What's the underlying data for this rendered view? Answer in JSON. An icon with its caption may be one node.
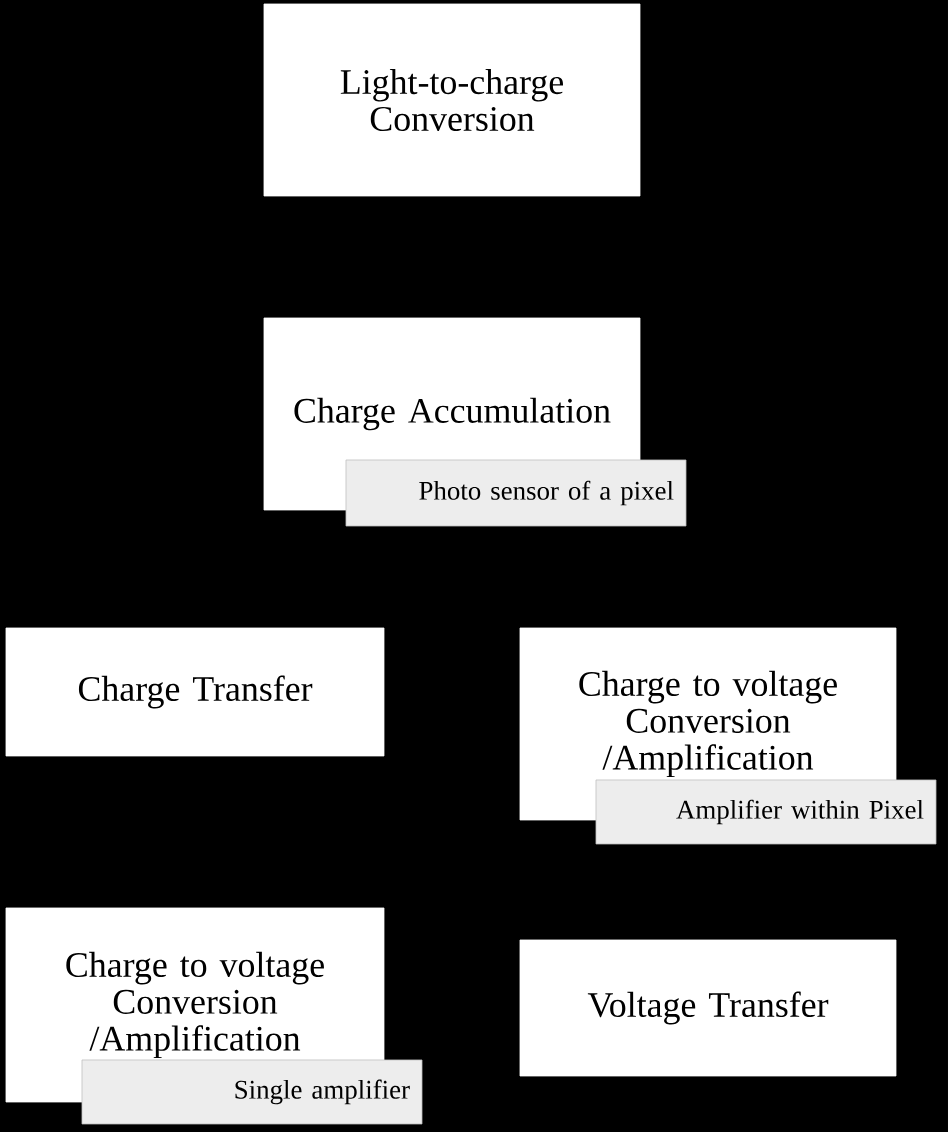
{
  "diagram": {
    "nodes": [
      {
        "text": [
          "Light-to-charge Conversion"
        ]
      },
      {
        "text": [
          "Charge Accumulation"
        ]
      },
      {
        "text": [
          "Photo sensor of a pixel"
        ]
      },
      {
        "text": [
          "Charge Transfer"
        ]
      },
      {
        "text": [
          "Charge to voltage Conversion /Amplification"
        ]
      },
      {
        "text": [
          "Amplifier within Pixel"
        ]
      },
      {
        "text": [
          "Charge to voltage Conversion /Amplification"
        ]
      },
      {
        "text": [
          "Single amplifier"
        ]
      },
      {
        "text": [
          "Voltage Transfer"
        ]
      }
    ]
  }
}
